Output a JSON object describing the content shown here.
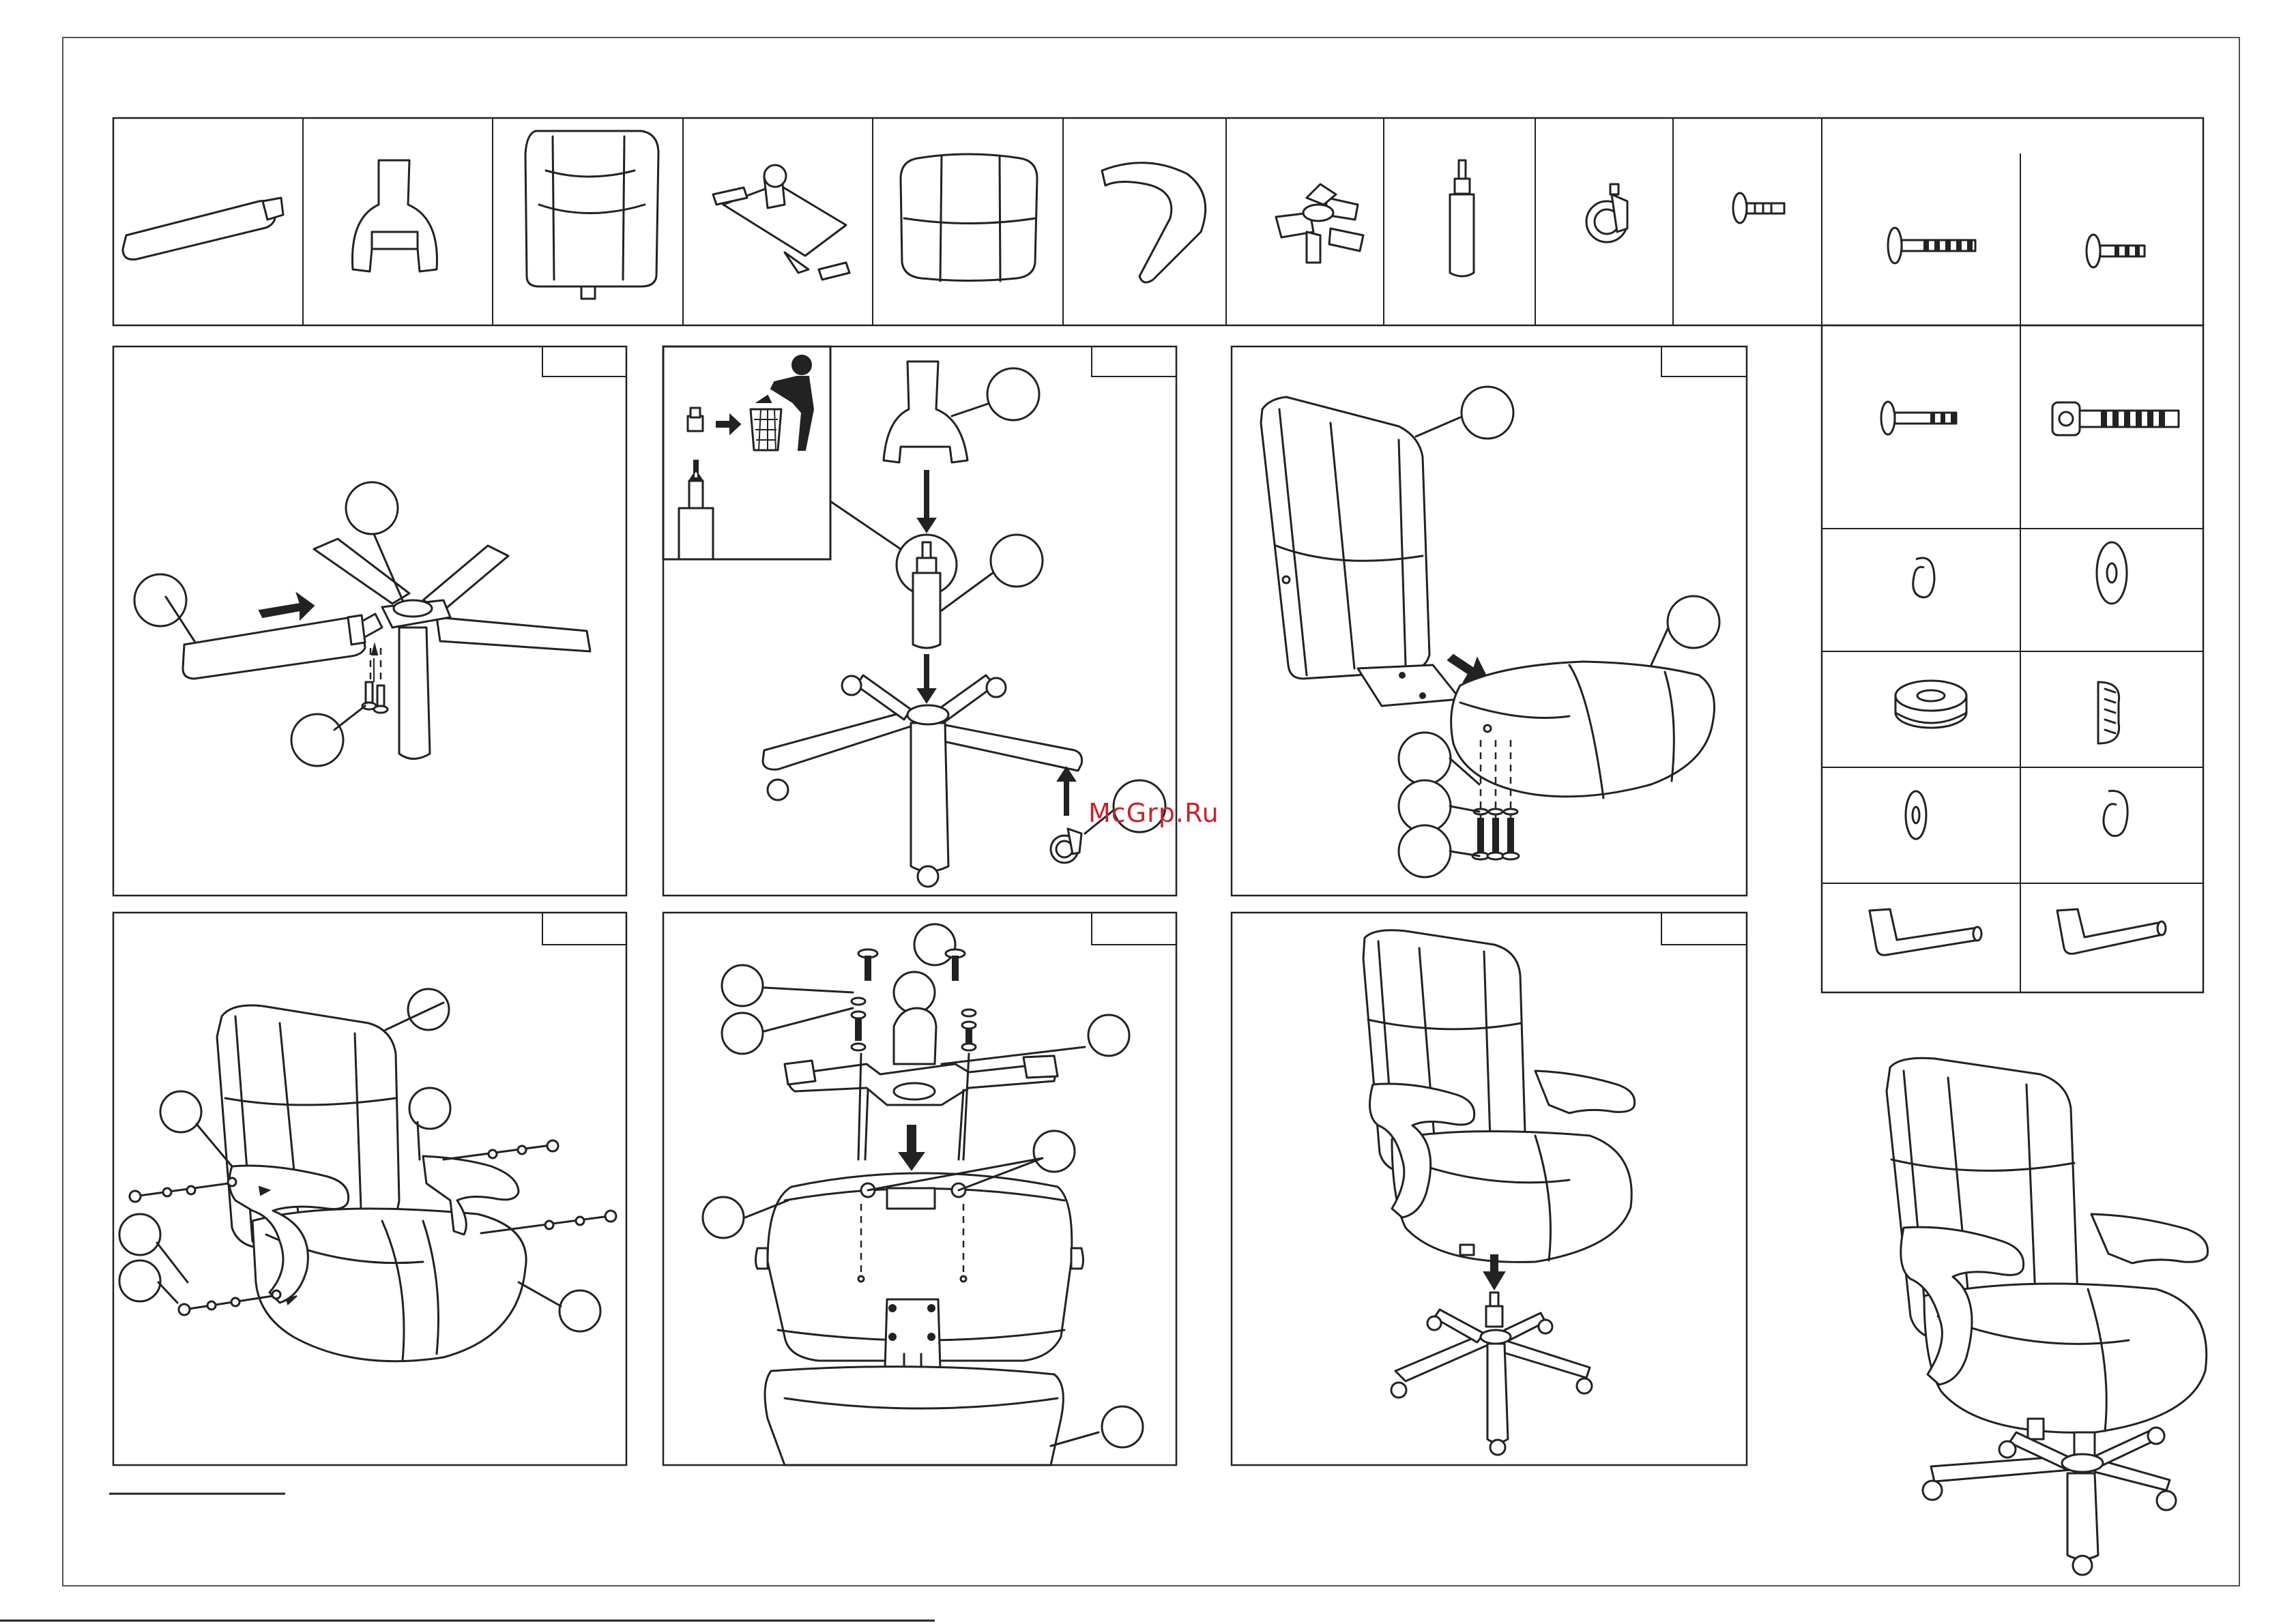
{
  "document": {
    "watermark": "McGrp.Ru"
  },
  "colors": {
    "line": "#222222",
    "watermark": "#c8242b",
    "background": "#ffffff"
  },
  "parts_table": {
    "cells": [
      "armrest",
      "backrest-bracket",
      "backrest",
      "tilt-mechanism",
      "seat",
      "arm-pad",
      "base",
      "gas-lift",
      "caster",
      "bolt-small"
    ],
    "hardware_cells": [
      "bolt-long",
      "bolt-short",
      "bolt-medium",
      "hex-bolt",
      "spring-washer",
      "flat-washer",
      "spacer-ring",
      "plug",
      "flat-washer-small",
      "spring-washer-small",
      "allen-key-large",
      "allen-key-small"
    ]
  },
  "steps": [
    {
      "id": "step-1",
      "scene": "base-armrest"
    },
    {
      "id": "step-2",
      "scene": "gaslift-casters"
    },
    {
      "id": "step-3",
      "scene": "back-to-seat"
    },
    {
      "id": "step-4",
      "scene": "armrests"
    },
    {
      "id": "step-5",
      "scene": "mechanism-to-seat"
    },
    {
      "id": "step-6",
      "scene": "chair-on-base"
    }
  ]
}
